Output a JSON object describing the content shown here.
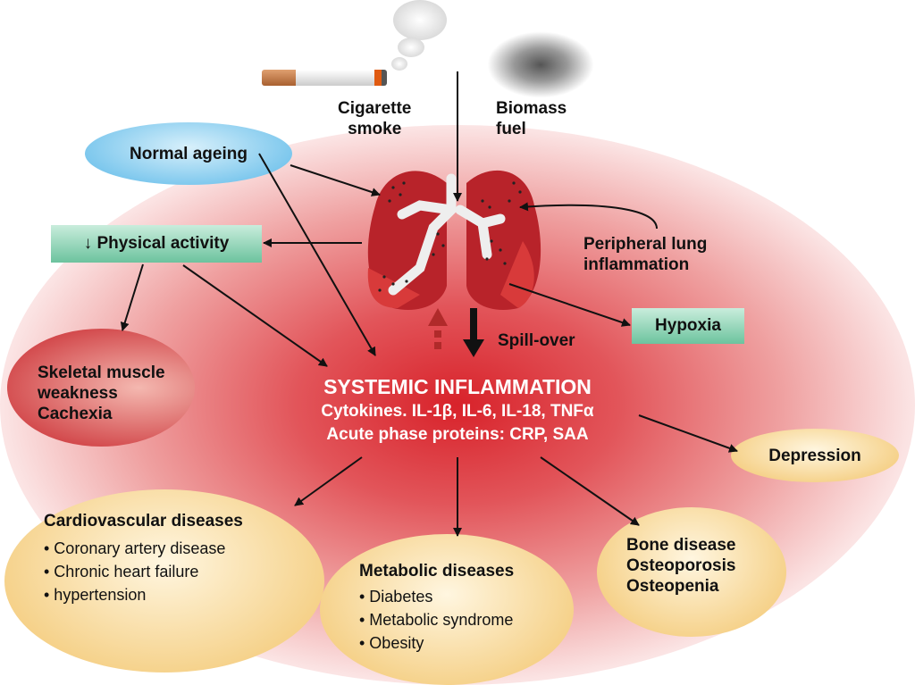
{
  "sources": {
    "cigarette": "Cigarette smoke",
    "cigarette_l1": "Cigarette",
    "cigarette_l2": "smoke",
    "biomass_l1": "Biomass",
    "biomass_l2": "fuel"
  },
  "normal_ageing": "Normal ageing",
  "physical_activity": "↓ Physical activity",
  "peripheral_l1": "Peripheral lung",
  "peripheral_l2": "inflammation",
  "hypoxia": "Hypoxia",
  "spill_over": "Spill-over",
  "skeletal": {
    "l1": "Skeletal muscle",
    "l2": "weakness",
    "l3": "Cachexia"
  },
  "systemic": {
    "title": "SYSTEMIC INFLAMMATION",
    "cytokines": "Cytokines. IL-1β, IL-6, IL-18, TNFα",
    "acute": "Acute phase proteins: CRP, SAA"
  },
  "depression": "Depression",
  "cardio": {
    "title": "Cardiovascular diseases",
    "items": [
      "• Coronary artery disease",
      "• Chronic heart failure",
      "• hypertension"
    ]
  },
  "metabolic": {
    "title": "Metabolic diseases",
    "items": [
      "• Diabetes",
      "• Metabolic syndrome",
      "• Obesity"
    ]
  },
  "bone": {
    "l1": "Bone disease",
    "l2": "Osteoporosis",
    "l3": "Osteopenia"
  }
}
